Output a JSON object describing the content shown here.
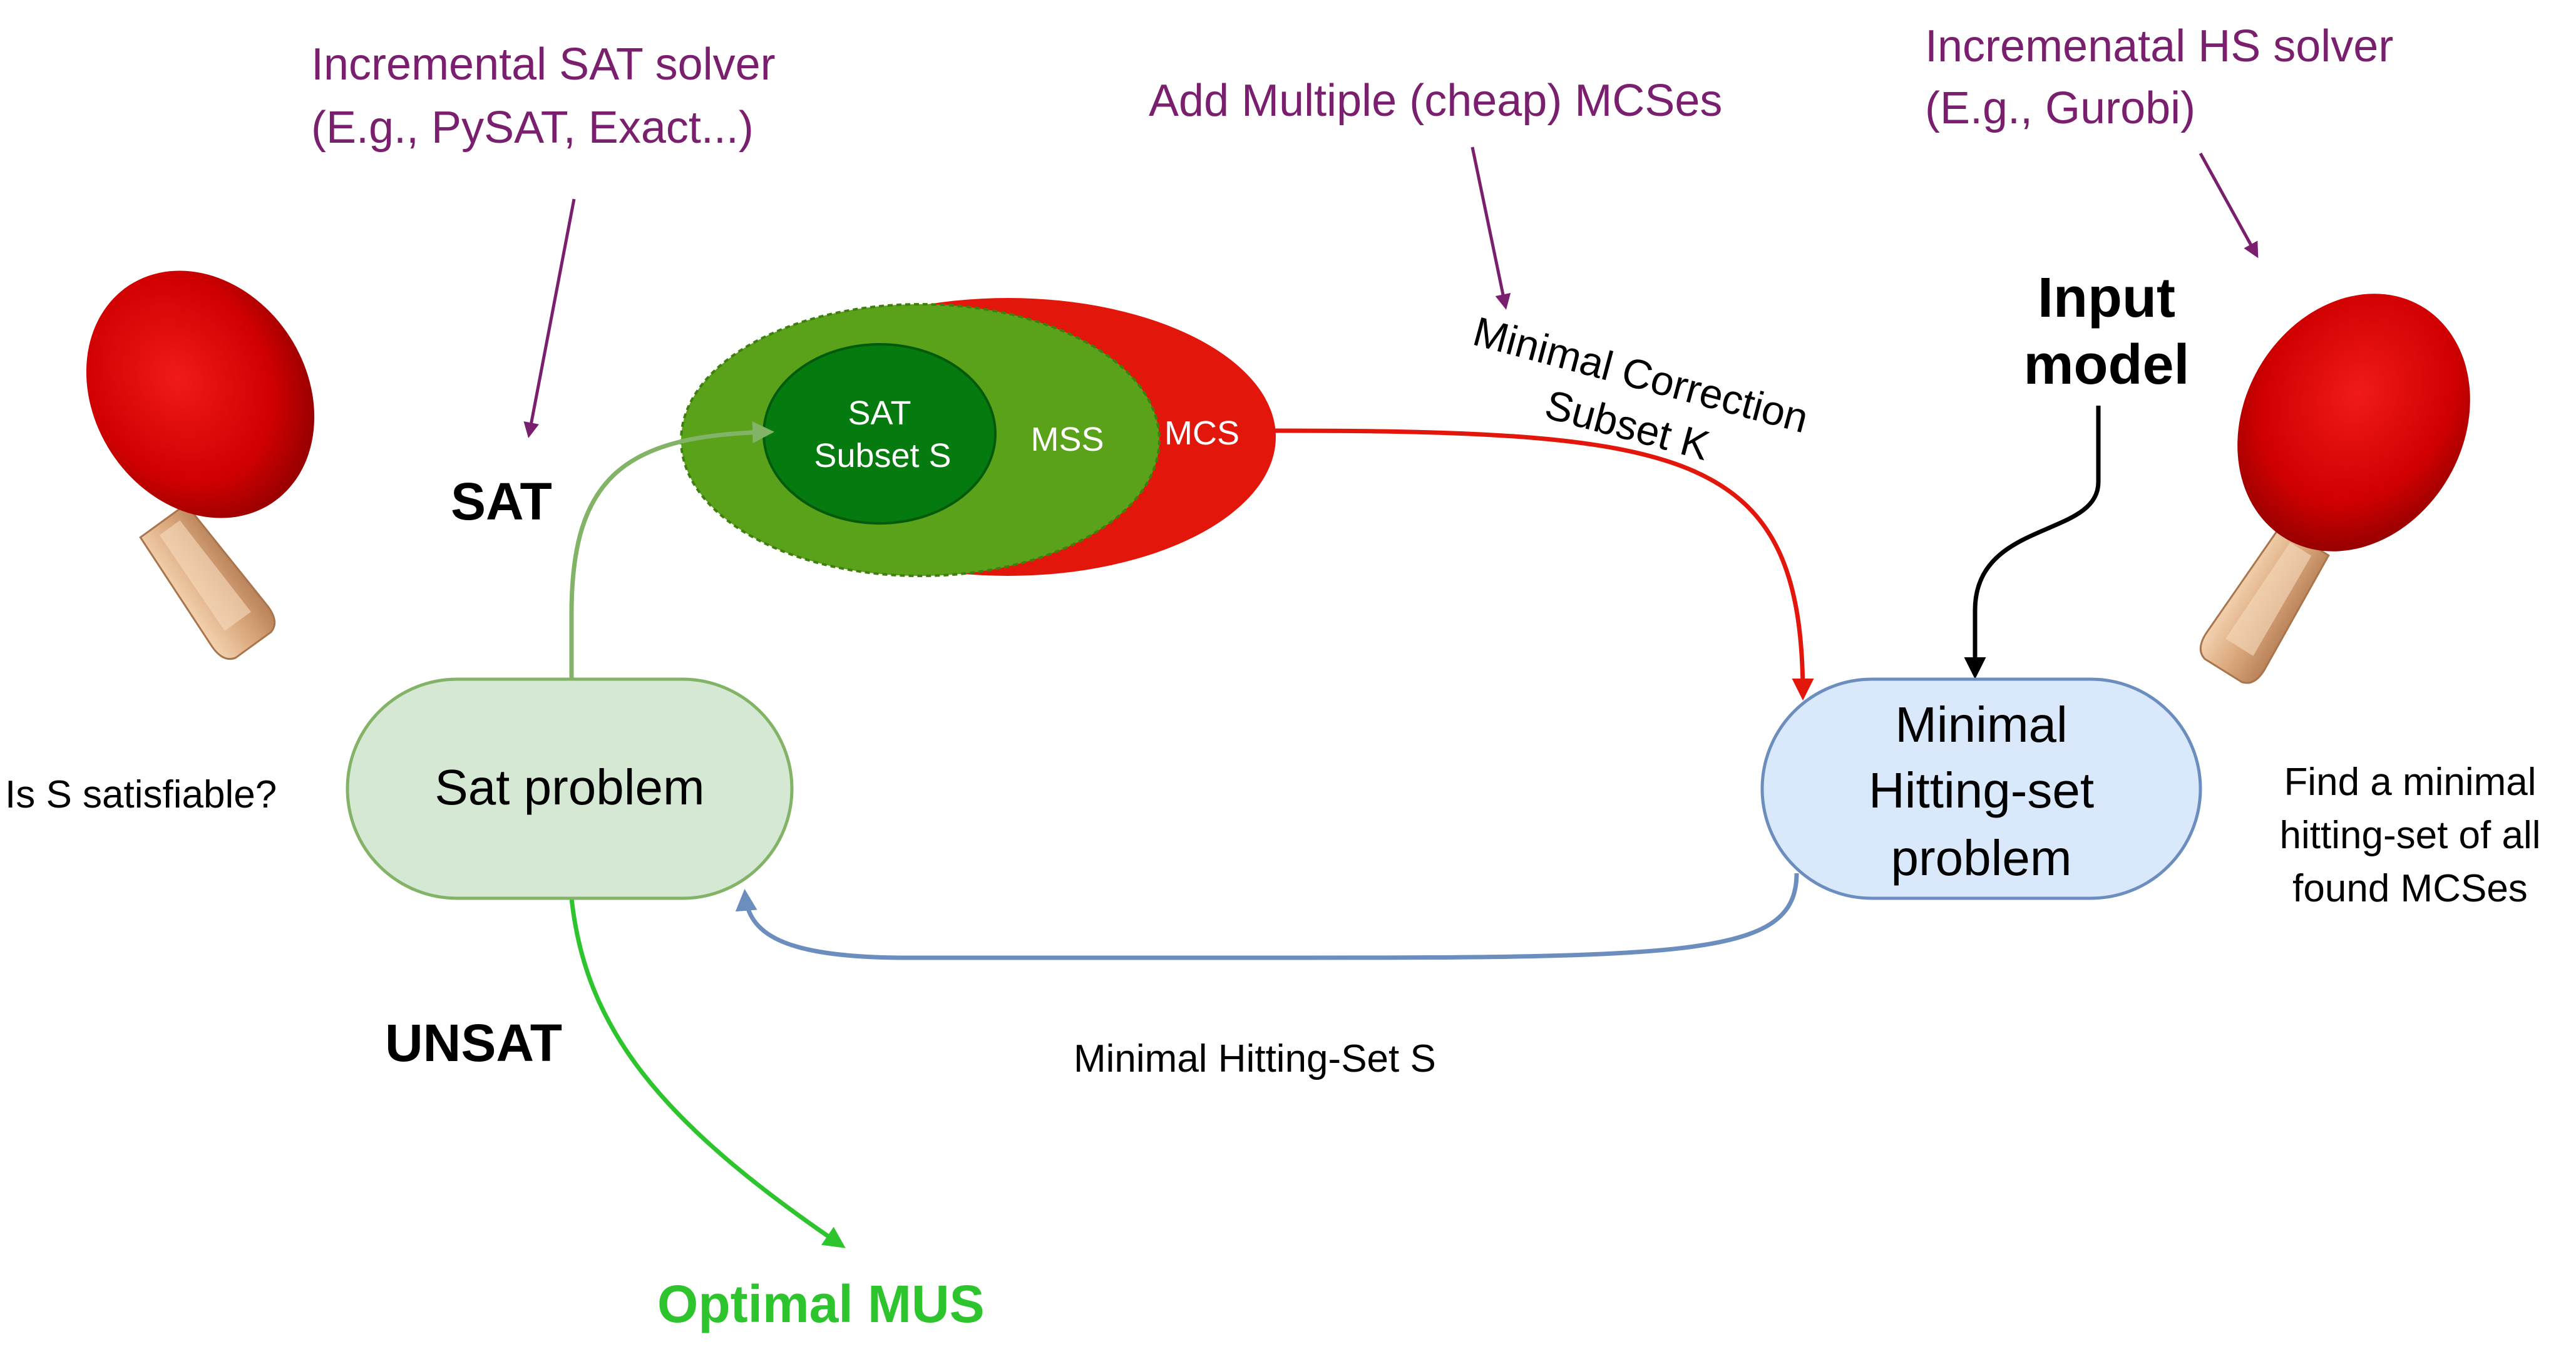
{
  "annotations": {
    "sat_solver_line1": "Incremental SAT solver",
    "sat_solver_line2": "(E.g., PySAT, Exact...)",
    "mcses_note": "Add Multiple (cheap) MCSes",
    "hs_solver_line1": "Incremenatal HS solver",
    "hs_solver_line2": "(E.g., Gurobi)"
  },
  "labels": {
    "sat": "SAT",
    "unsat": "UNSAT",
    "input_line1": "Input",
    "input_line2": "model",
    "optimal_mus": "Optimal MUS",
    "is_satisfiable": "Is S satisfiable?",
    "find_line1": "Find a minimal",
    "find_line2": "hitting-set of all",
    "find_line3": "found MCSes",
    "mcs_line1": "Minimal Correction",
    "mcs_line2": "Subset K",
    "hitting_set_s": "Minimal Hitting-Set S"
  },
  "nodes": {
    "sat_problem": "Sat problem",
    "hs_line1": "Minimal",
    "hs_line2": "Hitting-set",
    "hs_line3": "problem"
  },
  "venn": {
    "sat_line1": "SAT",
    "sat_line2": "Subset S",
    "mss": "MSS",
    "mcs": "MCS"
  },
  "colors": {
    "annotation": "#7a1f6e",
    "sat_problem_fill": "#d5e8d4",
    "sat_problem_stroke": "#82b366",
    "hs_fill": "#dae8fc",
    "hs_stroke": "#6c8ebf",
    "mcs_red": "#e3160b",
    "mss_green": "#5aa21a",
    "sat_dark_green": "#047a0f",
    "optimal_green": "#2ec42e"
  },
  "icons": [
    "ping-pong-paddle-icon",
    "ping-pong-paddle-icon"
  ]
}
